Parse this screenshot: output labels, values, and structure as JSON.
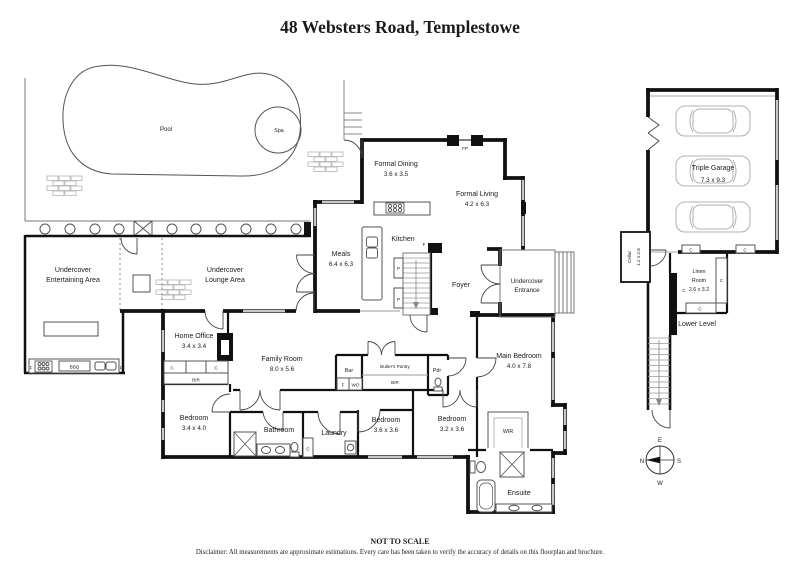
{
  "title": "48 Websters Road, Templestowe",
  "outdoor": {
    "pool": "Pool",
    "spa": "Spa",
    "entertaining_line1": "Undercover",
    "entertaining_line2": "Entertaining Area",
    "lounge_line1": "Undercover",
    "lounge_line2": "Lounge Area",
    "bbq": "BBQ"
  },
  "rooms": {
    "formal_dining": {
      "name": "Formal Dining",
      "dims": "3.6 x 3.5"
    },
    "formal_living": {
      "name": "Formal Living",
      "dims": "4.2 x 6.3"
    },
    "kitchen": {
      "name": "Kitchen"
    },
    "meals": {
      "name": "Meals",
      "dims": "6.4 x 6.3"
    },
    "foyer": {
      "name": "Foyer"
    },
    "entrance": {
      "line1": "Undercover",
      "line2": "Entrance"
    },
    "home_office": {
      "name": "Home Office",
      "dims": "3.4 x 3.4"
    },
    "family": {
      "name": "Family Room",
      "dims": "8.0 x 5.6"
    },
    "bar": {
      "name": "Bar"
    },
    "butlers": {
      "name": "Butler's Pantry"
    },
    "pdr": {
      "name": "Pdr"
    },
    "bedroom1": {
      "name": "Bedroom",
      "dims": "3.4 x 4.0"
    },
    "bathroom": {
      "name": "Bathroom"
    },
    "laundry": {
      "name": "Laundry"
    },
    "bedroom2": {
      "name": "Bedroom",
      "dims": "3.6 x 3.6"
    },
    "bedroom3": {
      "name": "Bedroom",
      "dims": "3.2 x 3.6"
    },
    "main_bedroom": {
      "name": "Main Bedroom",
      "dims": "4.0 x 7.8"
    },
    "wir": {
      "name": "WIR"
    },
    "ensuite": {
      "name": "Ensuite"
    },
    "garage": {
      "name": "Triple Garage",
      "dims": "7.3 x 9.3"
    },
    "cellar": {
      "name": "Cellar",
      "dims": "1.2 x 2.6"
    },
    "linen": {
      "line1": "Linen",
      "line2": "Room",
      "dims": "2.6 x 3.2"
    },
    "lower_level": {
      "name": "Lower Level"
    }
  },
  "markers": {
    "f": "F",
    "c": "C",
    "p": "P",
    "wo": "WO",
    "bir": "BIR",
    "fp": "FP"
  },
  "compass": {
    "north": "N",
    "east": "E",
    "south": "S",
    "west": "W"
  },
  "footer": {
    "scale": "NOT TO SCALE",
    "disclaimer": "Disclaimer: All measurements are approximate estimations. Every care has been taken to verify the accuracy of details on this floorplan and brochure."
  },
  "colors": {
    "wall": "#111111",
    "window": "#c8c8c8",
    "outline": "#555555",
    "text": "#1a1a1a"
  }
}
